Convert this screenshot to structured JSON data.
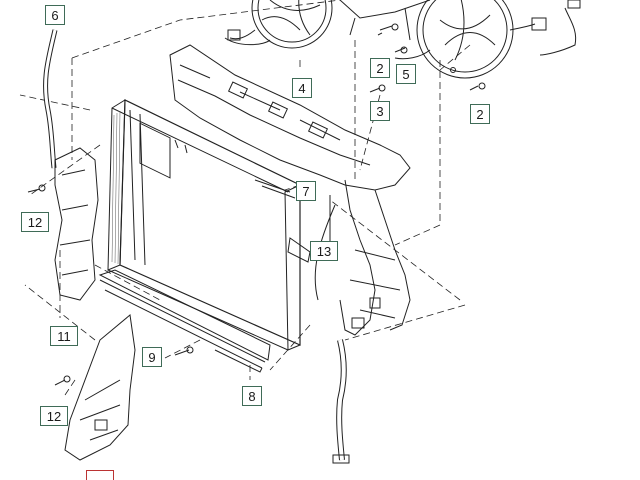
{
  "figure": {
    "callouts": [
      {
        "id": "c6",
        "label": "6"
      },
      {
        "id": "c4",
        "label": "4"
      },
      {
        "id": "c2a",
        "label": "2"
      },
      {
        "id": "c5",
        "label": "5"
      },
      {
        "id": "c3",
        "label": "3"
      },
      {
        "id": "c2b",
        "label": "2"
      },
      {
        "id": "c7",
        "label": "7"
      },
      {
        "id": "c12a",
        "label": "12"
      },
      {
        "id": "c13",
        "label": "13"
      },
      {
        "id": "c11",
        "label": "11"
      },
      {
        "id": "c9",
        "label": "9"
      },
      {
        "id": "c12b",
        "label": "12"
      },
      {
        "id": "c8",
        "label": "8"
      },
      {
        "id": "c1",
        "label": ""
      }
    ]
  }
}
